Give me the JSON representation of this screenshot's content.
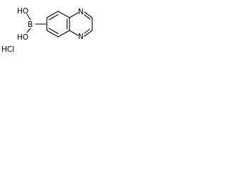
{
  "molecule": {
    "labels": {
      "boronic_oh_top": "HO",
      "boronic_b": "B",
      "boronic_oh_bottom": "HO",
      "ring_n_top": "N",
      "ring_n_bottom": "N"
    },
    "salt": "HCl",
    "colors": {
      "bond": "#000000",
      "text": "#000000",
      "background": "#ffffff"
    }
  }
}
